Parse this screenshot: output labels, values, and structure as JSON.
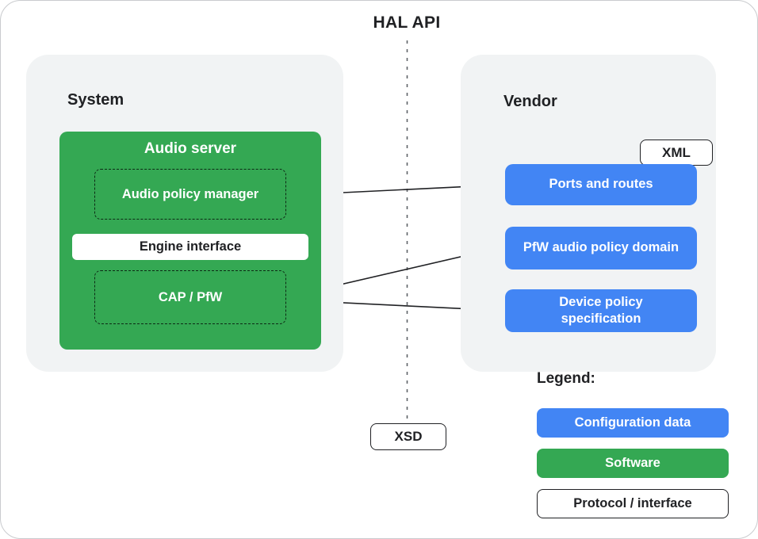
{
  "header": {
    "title": "HAL API"
  },
  "divider": {
    "xsd_label": "XSD"
  },
  "system": {
    "label": "System",
    "audio_server": {
      "title": "Audio server",
      "audio_policy_manager": "Audio policy manager",
      "engine_interface": "Engine interface",
      "cap_pfw": "CAP / PfW"
    }
  },
  "vendor": {
    "label": "Vendor",
    "xml_label": "XML",
    "boxes": [
      {
        "label": "Ports and routes"
      },
      {
        "label": "PfW audio policy domain"
      },
      {
        "label": "Device policy specification"
      }
    ]
  },
  "legend": {
    "title": "Legend:",
    "items": [
      {
        "label": "Configuration data",
        "type": "configuration"
      },
      {
        "label": "Software",
        "type": "software"
      },
      {
        "label": "Protocol / interface",
        "type": "protocol"
      }
    ]
  },
  "colors": {
    "configuration_blue": "#4285f4",
    "software_green": "#34a853",
    "container_gray": "#f1f3f4",
    "text": "#202124"
  }
}
